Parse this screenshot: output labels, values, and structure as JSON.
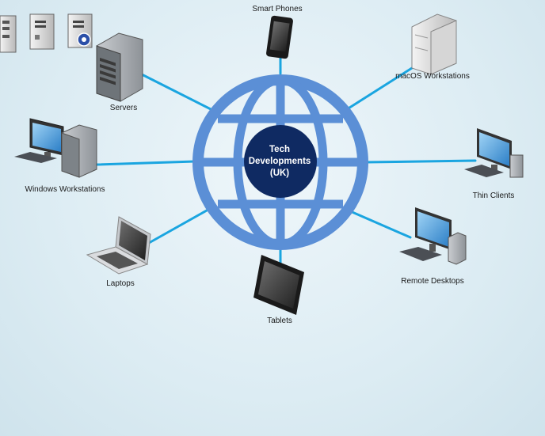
{
  "hub": {
    "title_lines": [
      "Tech",
      "Developments",
      "(UK)"
    ]
  },
  "devices": {
    "smart_phones": "Smart Phones",
    "macos_workstations": "macOS Workstations",
    "servers": "Servers",
    "windows_workstations": "Windows Workstations",
    "thin_clients": "Thin Clients",
    "laptops": "Laptops",
    "remote_desktops": "Remote Desktops",
    "tablets": "Tablets"
  },
  "colors": {
    "connector": "#1aa5e0",
    "globe": "#5b8fd6",
    "hub_fill": "#0f2a62"
  }
}
